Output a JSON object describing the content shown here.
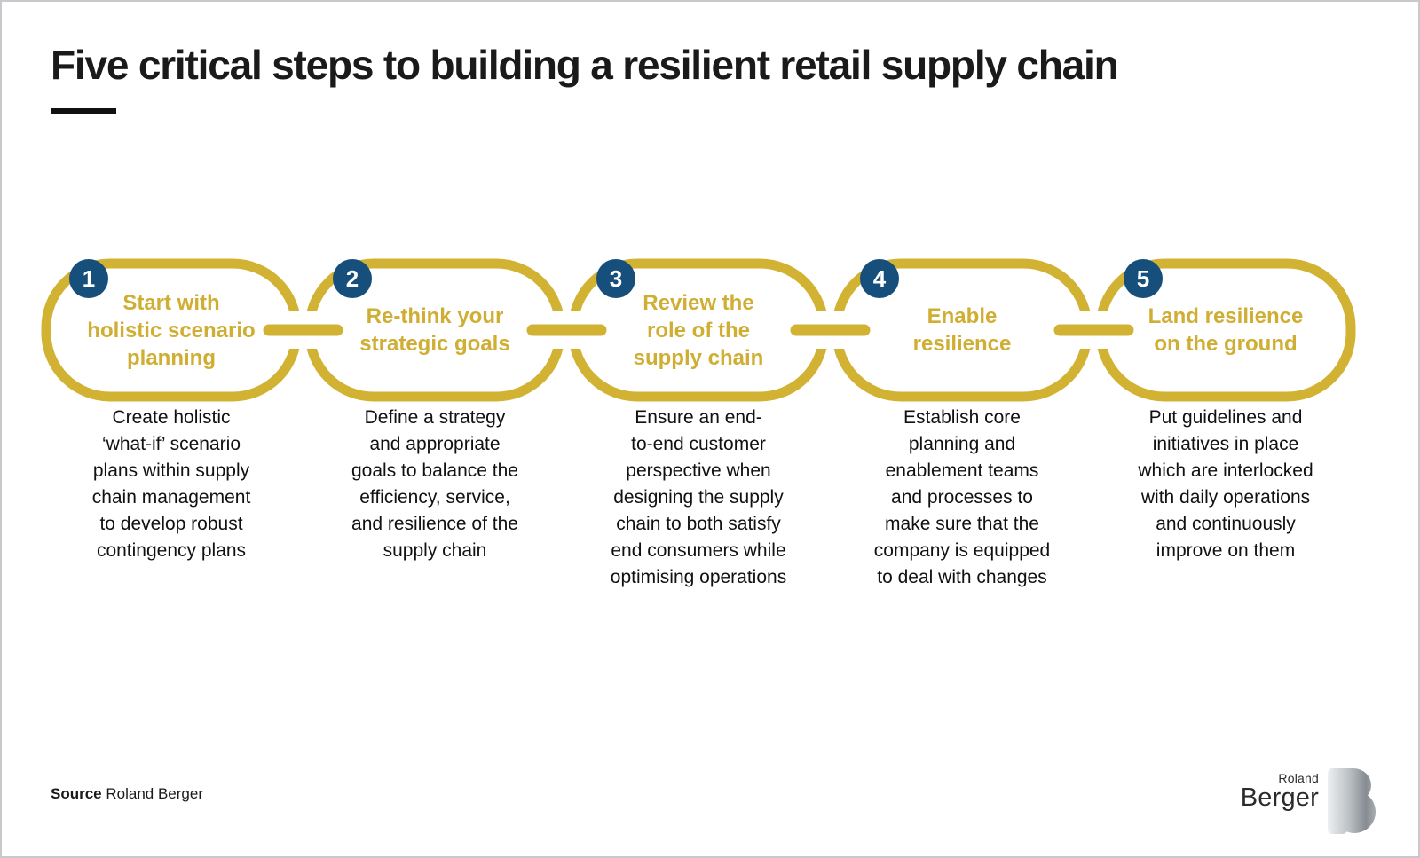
{
  "page": {
    "title": "Five critical steps to building a resilient retail supply chain",
    "background": "#ffffff",
    "border_color": "#c7c9cd"
  },
  "colors": {
    "chain_gold": "#d2b233",
    "badge_navy": "#164f7b",
    "badge_number_color": "#ffffff",
    "title_text": "#1a1a1a",
    "description_text": "#111111"
  },
  "steps": [
    {
      "number": "1",
      "title": "Start with\nholistic scenario\nplanning",
      "description": "Create holistic\n‘what-if’ scenario\nplans within supply\nchain management\nto develop robust\ncontingency plans"
    },
    {
      "number": "2",
      "title": "Re-think your\nstrategic goals",
      "description": "Define a strategy\nand appropriate\ngoals to balance the\nefficiency, service,\nand resilience of the\nsupply chain"
    },
    {
      "number": "3",
      "title": "Review the\nrole of the\nsupply chain",
      "description": "Ensure an end-\nto-end customer\nperspective when\ndesigning the supply\nchain to both satisfy\nend consumers while\noptimising operations"
    },
    {
      "number": "4",
      "title": "Enable\nresilience",
      "description": "Establish core\nplanning and\nenablement teams\nand processes to\nmake sure that the\ncompany is equipped\nto deal with changes"
    },
    {
      "number": "5",
      "title": "Land resilience\non the ground",
      "description": "Put guidelines and\ninitiatives in place\nwhich are interlocked\nwith daily operations\nand continuously\nimprove on them"
    }
  ],
  "footer": {
    "source_label": "Source",
    "source_value": "Roland Berger"
  },
  "logo": {
    "top": "Roland",
    "bottom": "Berger",
    "mark": "roland-berger-b-monogram"
  }
}
